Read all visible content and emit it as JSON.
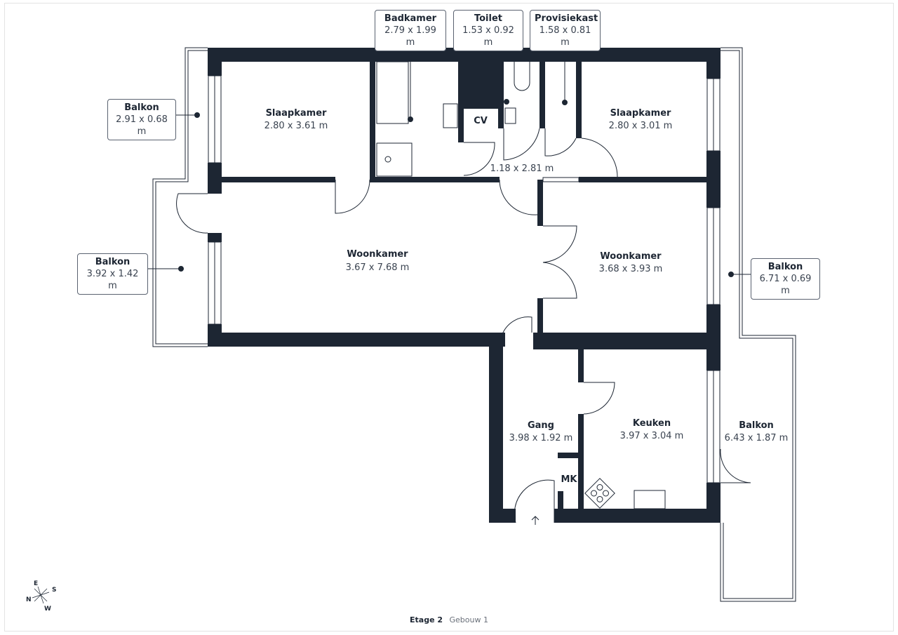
{
  "rooms": {
    "slaapkamer_1": {
      "name": "Slaapkamer",
      "dims": "2.80 x 3.61 m"
    },
    "slaapkamer_2": {
      "name": "Slaapkamer",
      "dims": "2.80 x 3.01 m"
    },
    "woonkamer_1": {
      "name": "Woonkamer",
      "dims": "3.67 x 7.68 m"
    },
    "woonkamer_2": {
      "name": "Woonkamer",
      "dims": "3.68 x 3.93 m"
    },
    "gang": {
      "name": "Gang",
      "dims": "3.98 x 1.92 m"
    },
    "keuken": {
      "name": "Keuken",
      "dims": "3.97 x 3.04 m"
    },
    "hal": {
      "dims": "1.18 x 2.81 m"
    },
    "cv": {
      "name": "CV"
    },
    "mk": {
      "name": "MK"
    },
    "balkon_se": {
      "name": "Balkon",
      "dims": "6.43 x 1.87 m"
    }
  },
  "callouts": {
    "badkamer": {
      "name": "Badkamer",
      "dims": "2.79 x 1.99 m"
    },
    "toilet": {
      "name": "Toilet",
      "dims": "1.53 x 0.92 m"
    },
    "provisiekast": {
      "name": "Provisiekast",
      "dims": "1.58 x 0.81 m"
    },
    "balkon_1": {
      "name": "Balkon",
      "dims": "2.91 x 0.68 m"
    },
    "balkon_2": {
      "name": "Balkon",
      "dims": "3.92 x 1.42 m"
    },
    "balkon_3": {
      "name": "Balkon",
      "dims": "6.71 x 0.69 m"
    }
  },
  "compass": {
    "n": "N",
    "e": "E",
    "s": "S",
    "w": "W"
  },
  "footer": {
    "floor": "Etage 2",
    "building": "Gebouw 1"
  },
  "colors": {
    "wall": "#1d2633"
  }
}
